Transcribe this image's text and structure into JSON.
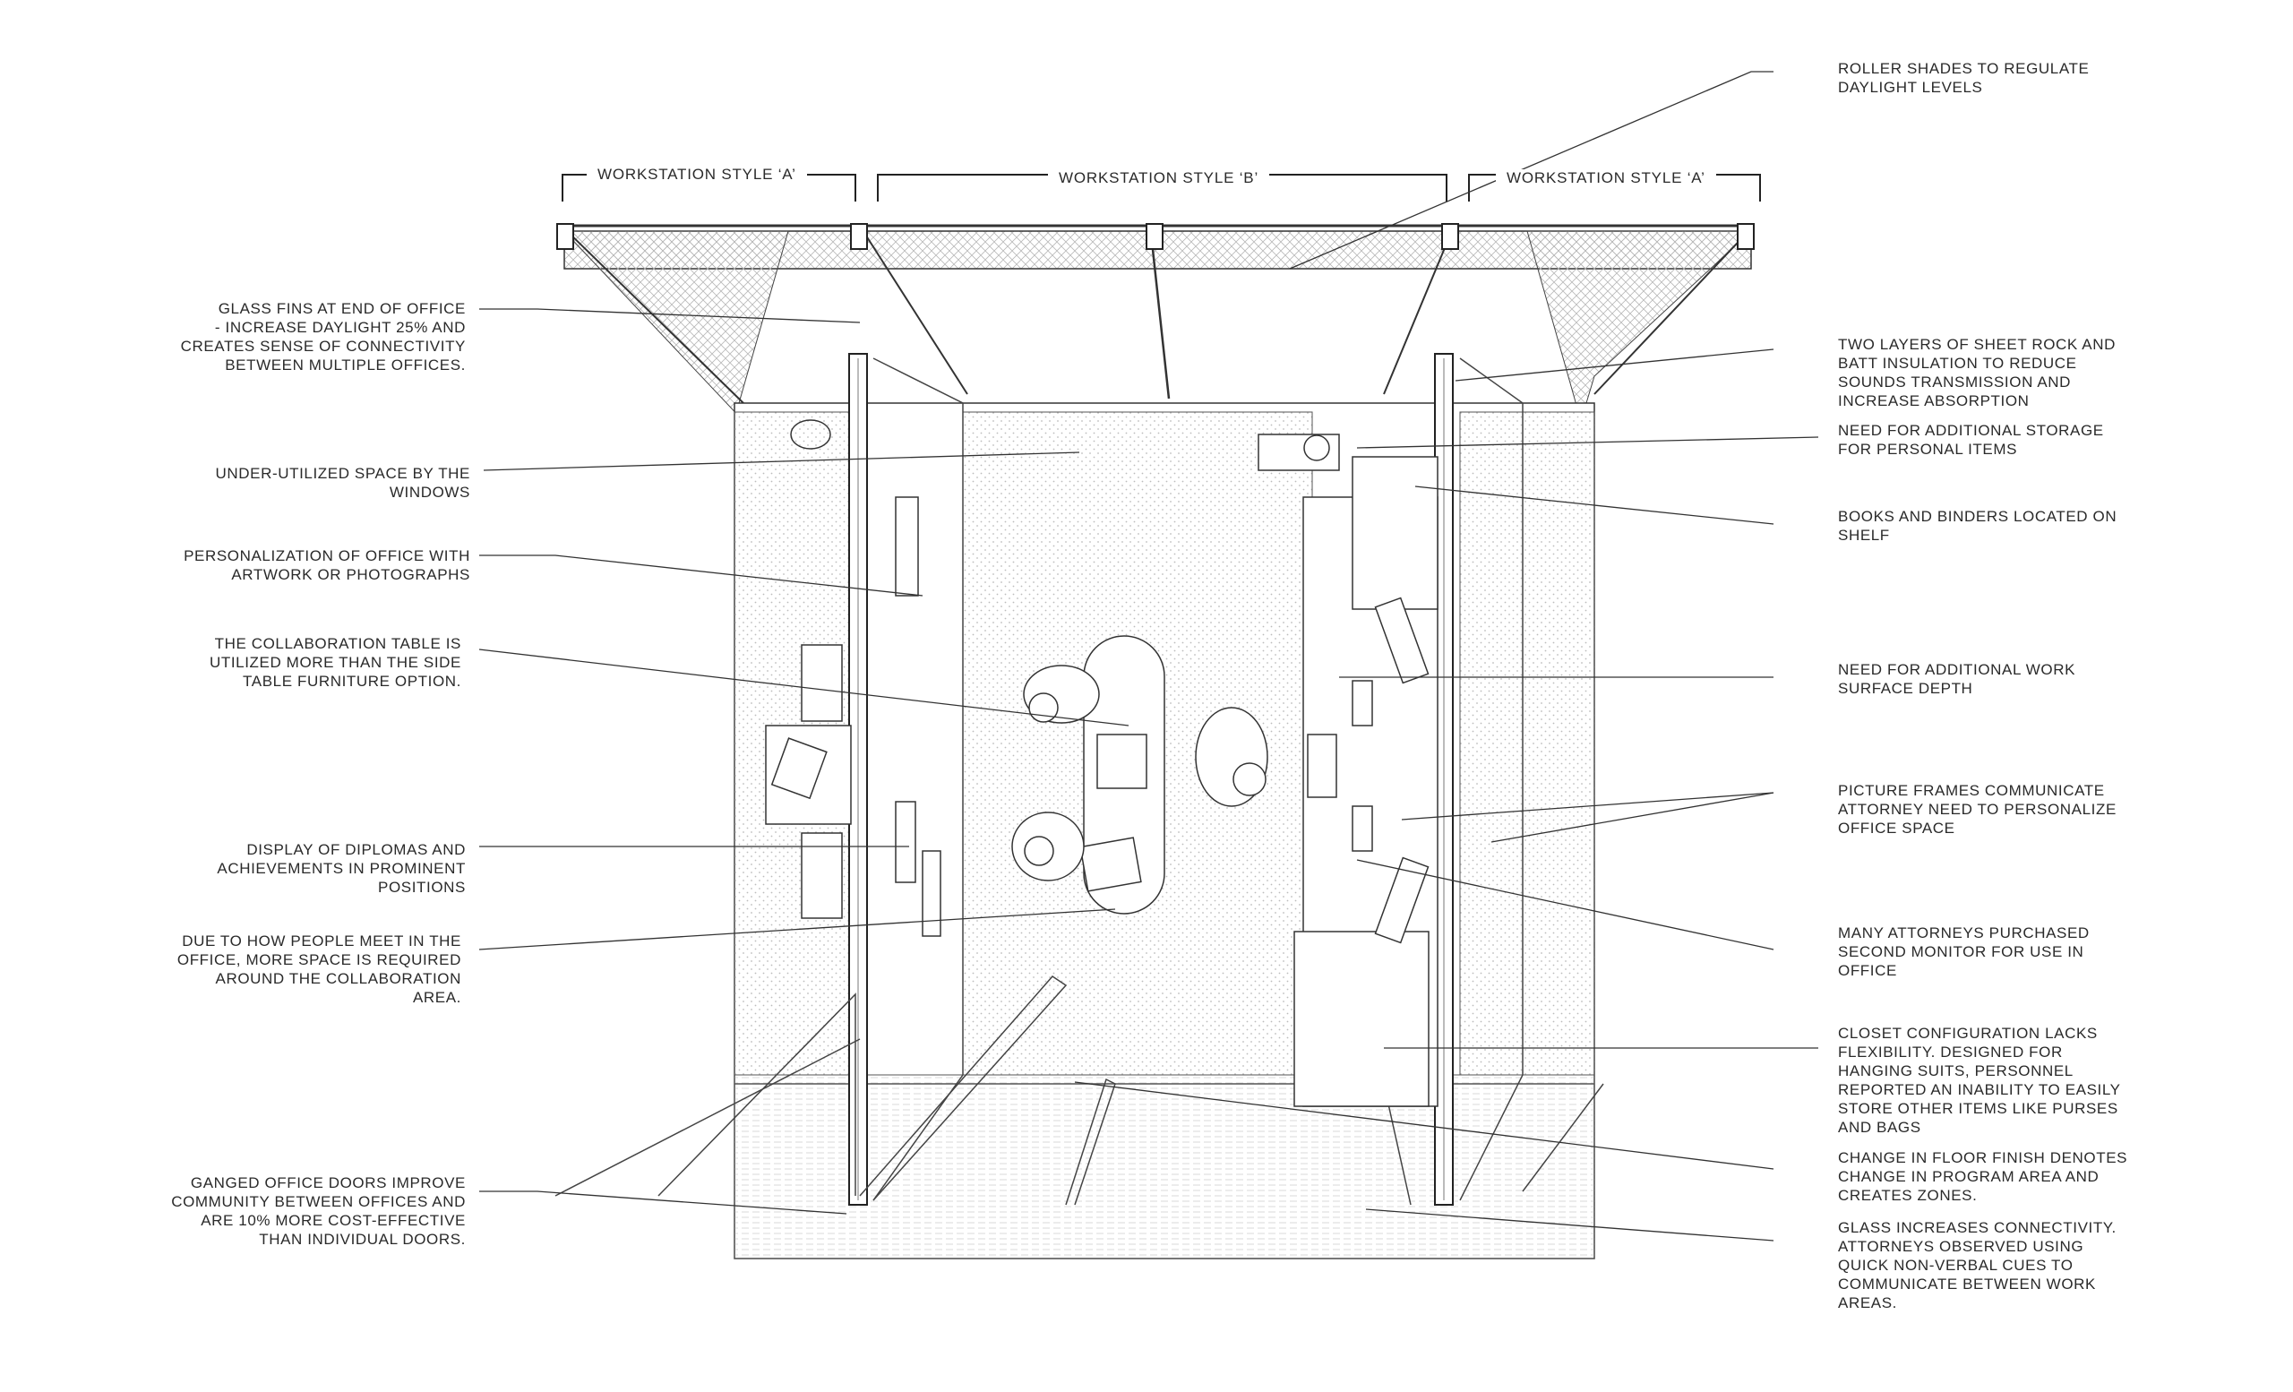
{
  "workstations": [
    {
      "label": "WORKSTATION STYLE ‘A’"
    },
    {
      "label": "WORKSTATION STYLE ‘B’"
    },
    {
      "label": "WORKSTATION STYLE ‘A’"
    }
  ],
  "left_notes": [
    {
      "text": "GLASS FINS AT END OF OFFICE\n- INCREASE DAYLIGHT 25%  AND\nCREATES SENSE OF CONNECTIVITY\nBETWEEN MULTIPLE OFFICES."
    },
    {
      "text": "UNDER-UTILIZED SPACE  BY THE\nWINDOWS"
    },
    {
      "text": "PERSONALIZATION OF OFFICE WITH\nARTWORK OR PHOTOGRAPHS"
    },
    {
      "text": "THE COLLABORATION TABLE IS\nUTILIZED MORE THAN THE SIDE\nTABLE FURNITURE OPTION."
    },
    {
      "text": "DISPLAY OF DIPLOMAS AND\nACHIEVEMENTS IN PROMINENT\nPOSITIONS"
    },
    {
      "text": "DUE TO HOW PEOPLE MEET IN THE\nOFFICE, MORE SPACE IS REQUIRED\nAROUND THE COLLABORATION\nAREA."
    },
    {
      "text": "GANGED OFFICE DOORS IMPROVE\nCOMMUNITY BETWEEN OFFICES AND\nARE 10% MORE COST-EFFECTIVE\nTHAN INDIVIDUAL DOORS."
    }
  ],
  "right_notes": [
    {
      "text": "ROLLER SHADES TO REGULATE\nDAYLIGHT LEVELS"
    },
    {
      "text": "TWO LAYERS OF SHEET ROCK AND\nBATT INSULATION TO REDUCE\nSOUNDS TRANSMISSION AND\nINCREASE ABSORPTION"
    },
    {
      "text": "NEED FOR ADDITIONAL STORAGE\nFOR PERSONAL ITEMS"
    },
    {
      "text": "BOOKS AND BINDERS LOCATED ON\nSHELF"
    },
    {
      "text": "NEED FOR ADDITIONAL WORK\nSURFACE DEPTH"
    },
    {
      "text": "PICTURE FRAMES COMMUNICATE\nATTORNEY NEED TO PERSONALIZE\nOFFICE SPACE"
    },
    {
      "text": "MANY ATTORNEYS PURCHASED\nSECOND MONITOR FOR USE IN\nOFFICE"
    },
    {
      "text": "CLOSET CONFIGURATION LACKS\nFLEXIBILITY. DESIGNED FOR\nHANGING SUITS, PERSONNEL\nREPORTED AN INABILITY TO EASILY\nSTORE OTHER ITEMS LIKE PURSES\nAND BAGS"
    },
    {
      "text": "CHANGE IN FLOOR FINISH DENOTES\nCHANGE IN PROGRAM AREA AND\nCREATES ZONES."
    },
    {
      "text": "GLASS INCREASES CONNECTIVITY.\nATTORNEYS OBSERVED USING\nQUICK NON-VERBAL CUES TO\nCOMMUNICATE BETWEEN WORK\nAREAS."
    }
  ],
  "colors": {
    "ink": "#2a2a2a",
    "line": "#333333",
    "hatch": "#bdbdbd",
    "paper": "#ffffff"
  }
}
